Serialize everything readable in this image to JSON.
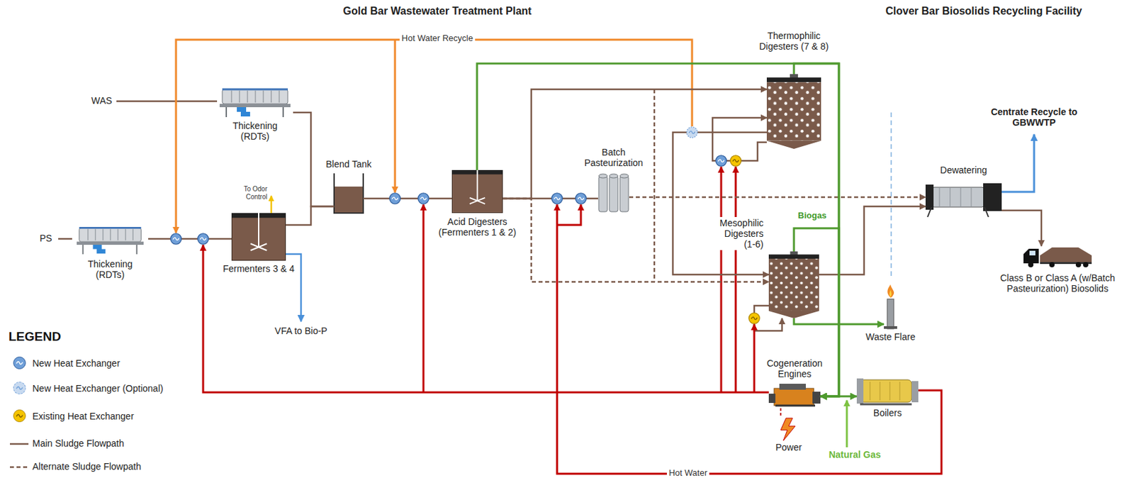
{
  "diagram": {
    "nodes": [
      {
        "text": [
          "Thickening (RDTs)"
        ]
      },
      {
        "text": [
          "Thickening (RDTs)"
        ]
      },
      {
        "text": [
          "Fermenters 3 & 4"
        ]
      },
      {
        "text": [
          "Blend Tank"
        ]
      },
      {
        "text": [
          "Acid Digesters (Fermenters 1 & 2)"
        ]
      },
      {
        "text": [
          "Batch Pasteurization"
        ]
      },
      {
        "text": [
          "Thermophilic Digesters (7 & 8)"
        ]
      },
      {
        "text": [
          "Mesophilic Digesters (1-6)"
        ]
      },
      {
        "text": [
          "Cogeneration Engines"
        ]
      },
      {
        "text": [
          "Waste Flare"
        ]
      },
      {
        "text": [
          "Boilers"
        ]
      },
      {
        "text": [
          "Dewatering"
        ]
      },
      {
        "text": [
          "Class B or Class A (w/Batch Pasteurization) Biosolids"
        ]
      }
    ],
    "edges": [
      {
        "from": 1,
        "to": 2,
        "arrow": "none"
      },
      {
        "from": 0,
        "to": 3,
        "arrow": "none"
      },
      {
        "from": 2,
        "to": 3,
        "arrow": "none"
      },
      {
        "from": 3,
        "to": 4,
        "arrow": "none"
      },
      {
        "from": 4,
        "to": 5,
        "arrow": "none"
      },
      {
        "from": 4,
        "to": 6,
        "arrow": "to"
      },
      {
        "from": 4,
        "to": 7,
        "arrow": "to"
      },
      {
        "from": 6,
        "to": 7,
        "arrow": "to"
      },
      {
        "from": 5,
        "to": 11,
        "arrow": "to"
      },
      {
        "from": 7,
        "to": 11,
        "arrow": "to"
      },
      {
        "from": 11,
        "to": 12,
        "arrow": "to"
      },
      {
        "from": 4,
        "to": 8,
        "arrow": "to"
      },
      {
        "from": 6,
        "to": 8,
        "arrow": "to"
      },
      {
        "from": 7,
        "to": 8,
        "arrow": "to"
      },
      {
        "from": 7,
        "to": 9,
        "arrow": "to"
      },
      {
        "from": 8,
        "to": 10,
        "arrow": "both"
      }
    ],
    "labels": [
      "Gold Bar Wastewater Treatment Plant",
      "Clover Bar Biosolids Recycling Facility",
      "Hot Water Recycle",
      "WAS",
      "PS",
      "To Odor Control",
      "VFA to Bio-P",
      "Biogas",
      "Power",
      "Natural Gas",
      "Hot Water",
      "Centrate Recycle to GBWWTP",
      "LEGEND"
    ],
    "legend": [
      {
        "text": "New Heat Exchanger",
        "color": "#6f9fd8"
      },
      {
        "text": "New Heat Exchanger (Optional)",
        "color": "#c8daf0"
      },
      {
        "text": "Existing Heat Exchanger",
        "color": "#f5c400"
      },
      {
        "text": "Main Sludge Flowpath"
      },
      {
        "text": "Alternate Sludge Flowpath"
      }
    ]
  }
}
